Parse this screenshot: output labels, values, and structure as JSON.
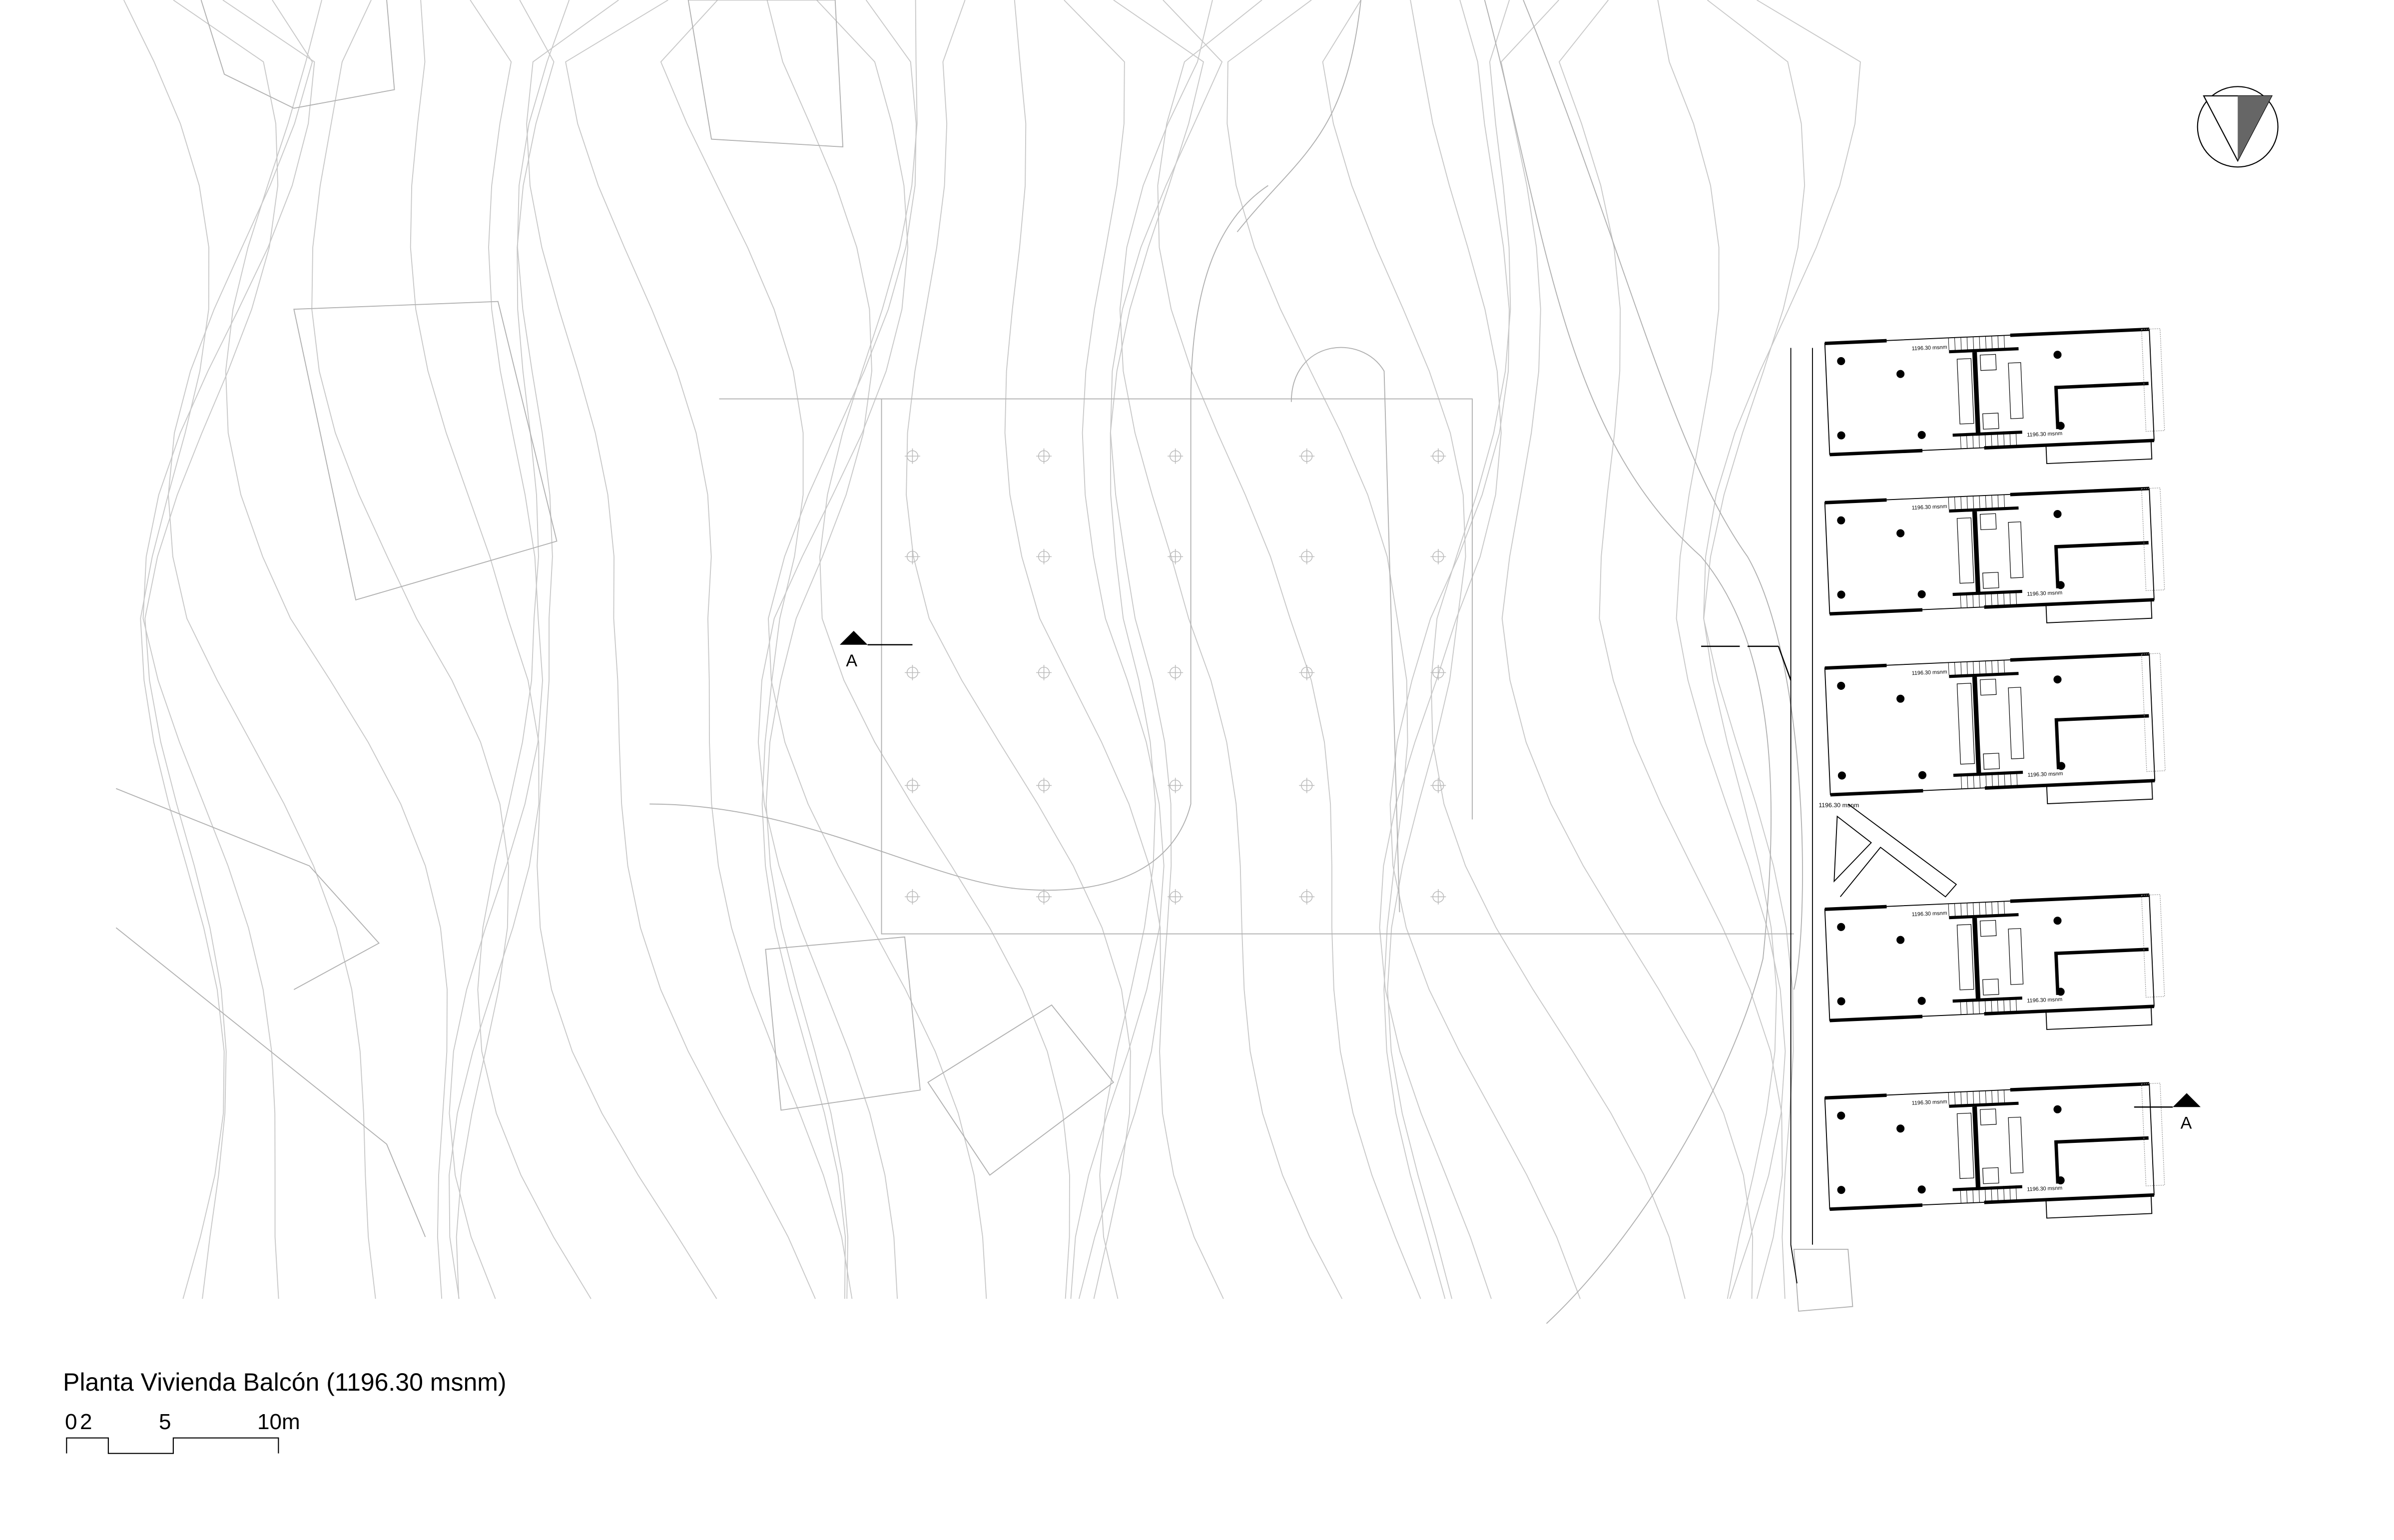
{
  "title": "Planta Vivienda Balcón (1196.30 msnm)",
  "scale_bar": {
    "labels": [
      "0",
      "2",
      "5",
      "10m"
    ]
  },
  "section_marks": [
    {
      "label": "A"
    },
    {
      "label": "A"
    }
  ],
  "north_arrow": {
    "icon": "north-arrow-icon"
  },
  "units": [
    {
      "level_labels": [
        "1196.30 msnm",
        "1196.30 msnm"
      ]
    },
    {
      "level_labels": [
        "1196.30 msnm",
        "1196.30 msnm"
      ]
    },
    {
      "level_labels": [
        "1196.30 msnm",
        "1196.30 msnm"
      ]
    },
    {
      "level_labels": [
        "1196.30 msnm",
        "1196.30 msnm"
      ]
    },
    {
      "level_labels": [
        "1196.30 msnm",
        "1196.30 msnm"
      ]
    }
  ],
  "stair_level_label": "1196.30 msnm",
  "colors": {
    "lines": "#000000",
    "contours": "#c8c8c8"
  }
}
